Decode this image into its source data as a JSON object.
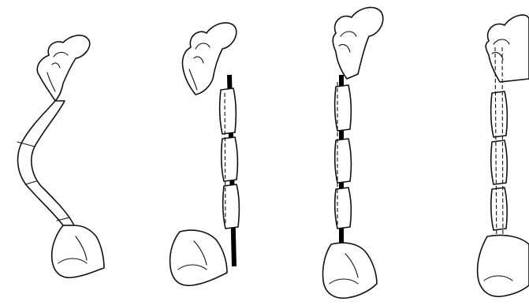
{
  "figure": {
    "panels": [
      {
        "name": "bent-bone"
      },
      {
        "name": "cut-segments-with-rod"
      },
      {
        "name": "segments-threaded-on-rod"
      },
      {
        "name": "realigned-bone"
      }
    ],
    "colors": {
      "line": "#111111",
      "rod": "#000000",
      "background": "#ffffff"
    }
  }
}
